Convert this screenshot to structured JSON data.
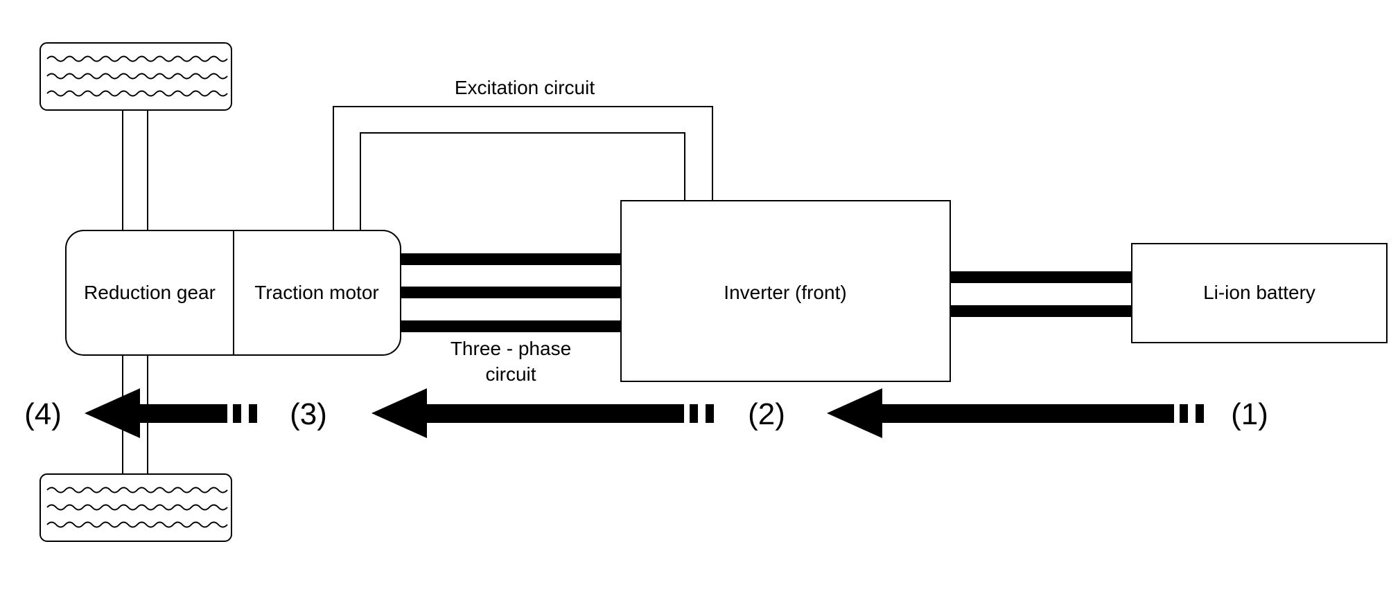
{
  "components": {
    "reduction_gear": "Reduction gear",
    "traction_motor": "Traction motor",
    "inverter": "Inverter (front)",
    "battery": "Li-ion battery"
  },
  "circuits": {
    "excitation": "Excitation circuit",
    "three_phase_line1": "Three - phase",
    "three_phase_line2": "circuit"
  },
  "flow_steps": [
    "(4)",
    "(3)",
    "(2)",
    "(1)"
  ]
}
